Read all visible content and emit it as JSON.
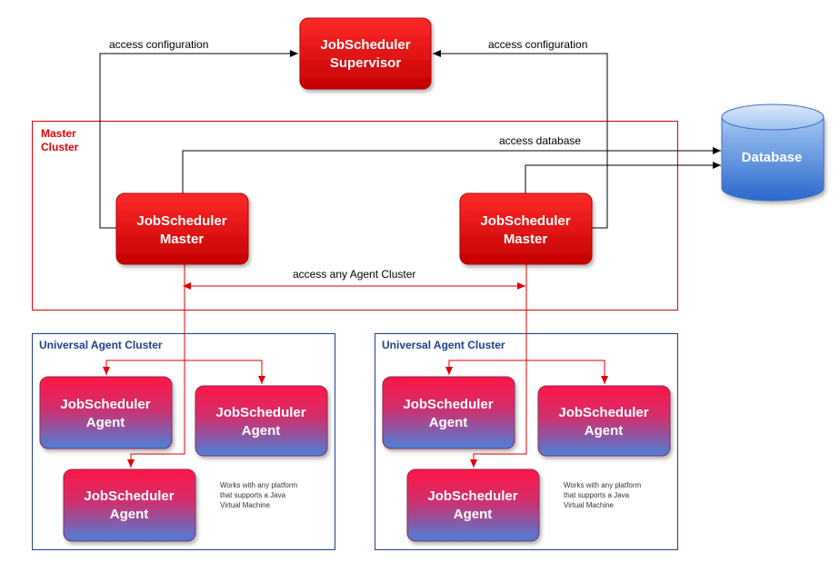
{
  "supervisor": {
    "line1": "JobScheduler",
    "line2": "Supervisor"
  },
  "master_cluster": {
    "line1": "Master",
    "line2": "Cluster"
  },
  "masters": [
    {
      "line1": "JobScheduler",
      "line2": "Master"
    },
    {
      "line1": "JobScheduler",
      "line2": "Master"
    }
  ],
  "database": {
    "label": "Database"
  },
  "edges": {
    "access_config_left": "access configuration",
    "access_config_right": "access configuration",
    "access_database": "access database",
    "access_agent_cluster": "access any Agent Cluster"
  },
  "agent_clusters": [
    {
      "title": "Universal Agent Cluster",
      "agents": [
        {
          "line1": "JobScheduler",
          "line2": "Agent"
        },
        {
          "line1": "JobScheduler",
          "line2": "Agent"
        },
        {
          "line1": "JobScheduler",
          "line2": "Agent"
        }
      ],
      "note": [
        "Works with any platform",
        "that supports a Java",
        "Virtual Machine"
      ]
    },
    {
      "title": "Universal Agent Cluster",
      "agents": [
        {
          "line1": "JobScheduler",
          "line2": "Agent"
        },
        {
          "line1": "JobScheduler",
          "line2": "Agent"
        },
        {
          "line1": "JobScheduler",
          "line2": "Agent"
        }
      ],
      "note": [
        "Works with any platform",
        "that supports a Java",
        "Virtual Machine"
      ]
    }
  ],
  "colors": {
    "red_box_top": "#ff1a1a",
    "red_box_bottom": "#c00000",
    "agent_top": "#ff1744",
    "agent_bottom": "#4a7fd6",
    "db_top": "#8db7ee",
    "db_bottom": "#2f6fd0",
    "red_line": "#e00000",
    "blue_border": "#1f3e8f"
  }
}
